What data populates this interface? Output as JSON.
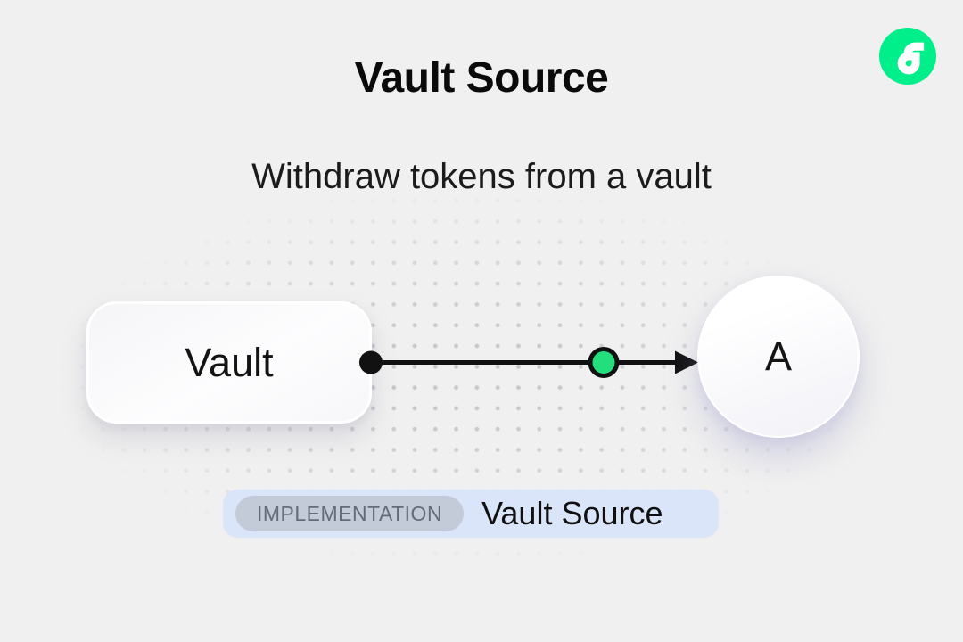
{
  "page": {
    "background": "#f0f0f0"
  },
  "header": {
    "title": "Vault Source",
    "subtitle": "Withdraw tokens from a vault"
  },
  "logo": {
    "name": "flow-logo",
    "brand_color": "#00EF8B",
    "glyph_color": "#ffffff"
  },
  "diagram": {
    "source_node": {
      "label": "Vault"
    },
    "target_node": {
      "label": "A"
    },
    "edge": {
      "line_color": "#111111",
      "node_color": "#22DF7B",
      "node_stroke": "#111111"
    }
  },
  "badge": {
    "tag": "IMPLEMENTATION",
    "label": "Vault Source",
    "bg": "#dbe5fa",
    "tag_bg": "#c3cad8",
    "tag_color": "#646c79"
  }
}
